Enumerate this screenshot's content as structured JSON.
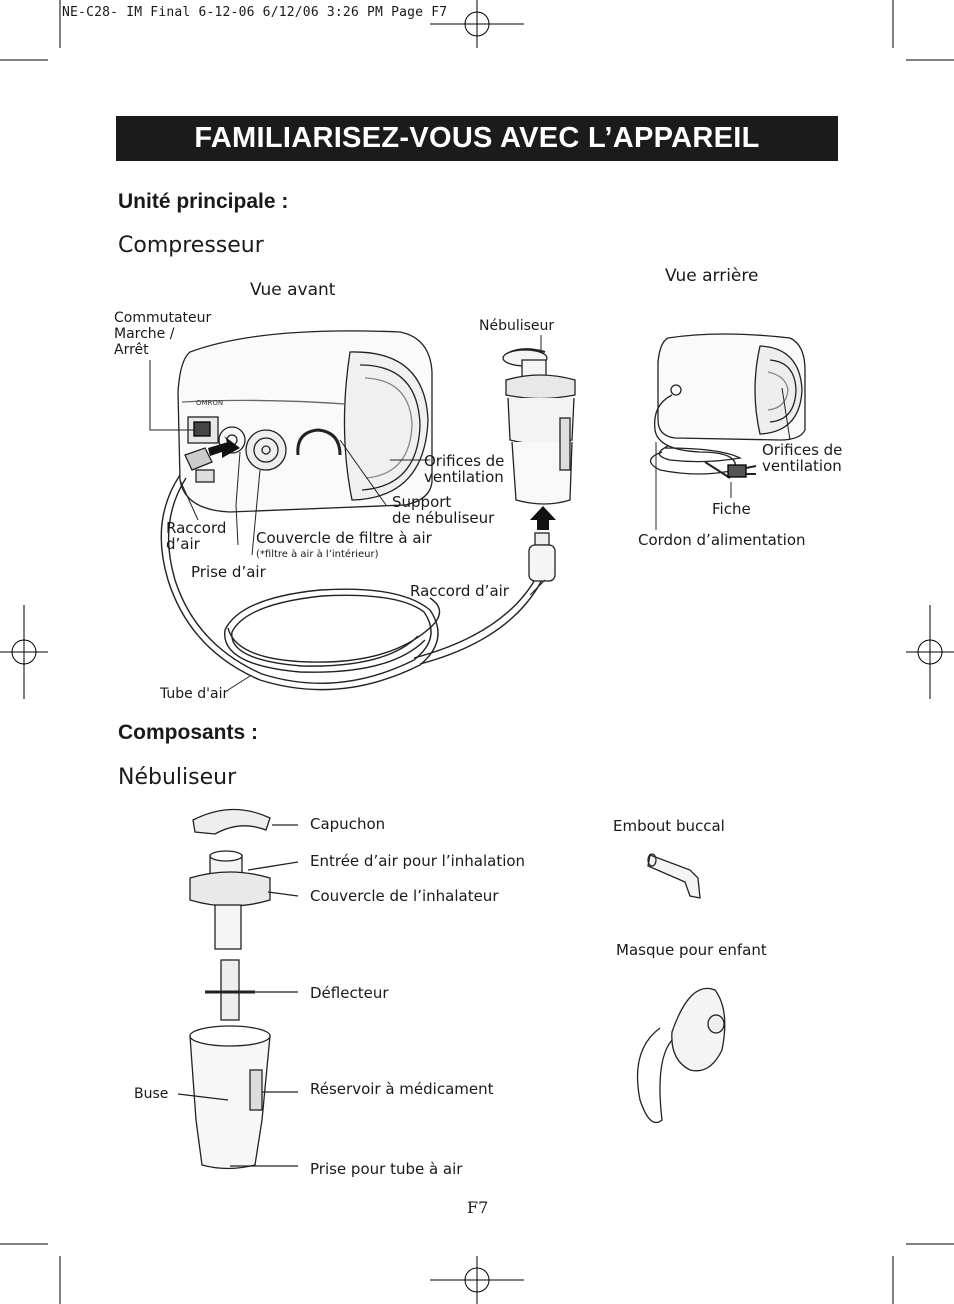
{
  "slug": "NE-C28- IM Final 6-12-06  6/12/06  3:26 PM  Page F7",
  "banner_title": "FAMILIARISEZ-VOUS AVEC L’APPAREIL",
  "section_main": "Unité principale  :",
  "compressor_title": "Compresseur",
  "front_view": "Vue avant",
  "rear_view": "Vue arrière",
  "front_labels": {
    "switch_1": "Commutateur",
    "switch_2": "Marche /",
    "switch_3": "Arrêt",
    "nebulizer": "Nébuliseur",
    "vents_1": "Orifices de",
    "vents_2": "ventilation",
    "holder_1": "Support",
    "holder_2": "de nébuliseur",
    "air_conn_1": "Raccord",
    "air_conn_2": "d’air",
    "filter_cover": "Couvercle de filtre à air",
    "filter_note": "(*filtre à air à l’intérieur)",
    "air_outlet": "Prise d’air",
    "air_conn_tube": "Raccord d’air",
    "air_tube": "Tube d'air"
  },
  "rear_labels": {
    "vents_1": "Orifices de",
    "vents_2": "ventilation",
    "plug": "Fiche",
    "power_cord": "Cordon d’alimentation"
  },
  "section_components": "Composants  :",
  "nebulizer_title": "Nébuliseur",
  "component_labels": {
    "cap": "Capuchon",
    "air_inlet": "Entrée d’air pour l’inhalation",
    "inhaler_top": "Couvercle de l’inhalateur",
    "baffle": "Déflecteur",
    "nozzle": "Buse",
    "med_cup": "Réservoir à médicament",
    "tube_inlet": "Prise pour tube à air",
    "mouthpiece": "Embout buccal",
    "child_mask": "Masque pour enfant"
  },
  "page_number": "F7"
}
